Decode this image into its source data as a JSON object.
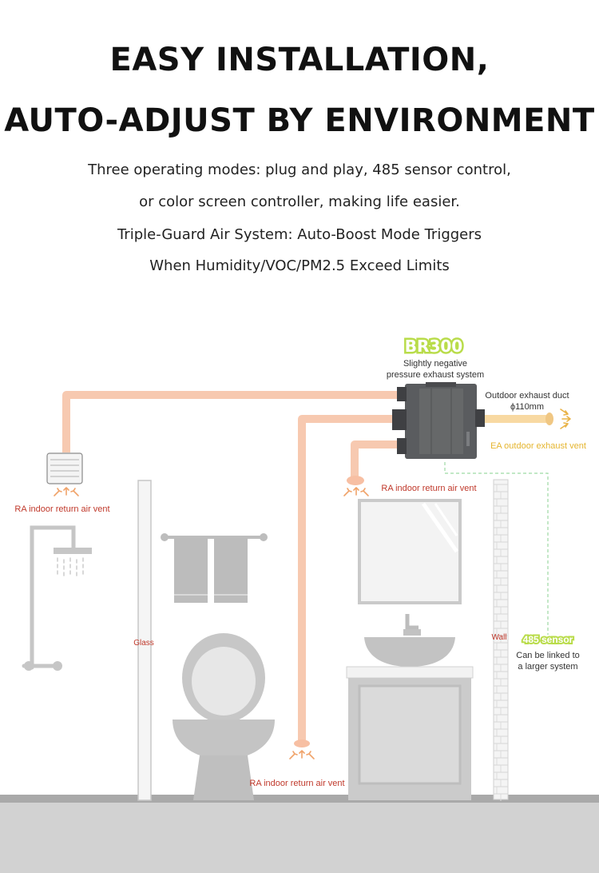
{
  "header": {
    "title_line1": "EASY INSTALLATION,",
    "title_line2": "AUTO-ADJUST BY ENVIRONMENT",
    "desc_lines": [
      "Three operating modes: plug and play, 485 sensor control,",
      "or color screen controller, making life easier.",
      "Triple-Guard Air System: Auto-Boost Mode Triggers",
      "When Humidity/VOC/PM2.5 Exceed Limits"
    ]
  },
  "diagram": {
    "unit_model": "BR300",
    "unit_desc_line1": "Slightly negative",
    "unit_desc_line2": "pressure exhaust system",
    "duct_label_line1": "Outdoor exhaust duct",
    "duct_label_line2": "ϕ110mm",
    "ea_vent_label": "EA outdoor exhaust vent",
    "ra_vent_left": "RA indoor return air vent",
    "ra_vent_mid": "RA indoor return air vent",
    "ra_vent_bottom": "RA indoor return air vent",
    "glass_label": "Glass",
    "wall_label": "Wall",
    "sensor_label": "485 sensor",
    "sensor_desc_line1": "Can be linked to",
    "sensor_desc_line2": "a larger system"
  },
  "colors": {
    "duct": "#f7c7ad",
    "duct_yellow": "#f8d9a0",
    "unit": "#5a5c5f",
    "label_red": "#c0392b",
    "label_yellow": "#e5b52f",
    "accent_green": "#b9dc4a",
    "fixture_gray": "#c4c4c4",
    "floor": "#cfcfcf"
  }
}
